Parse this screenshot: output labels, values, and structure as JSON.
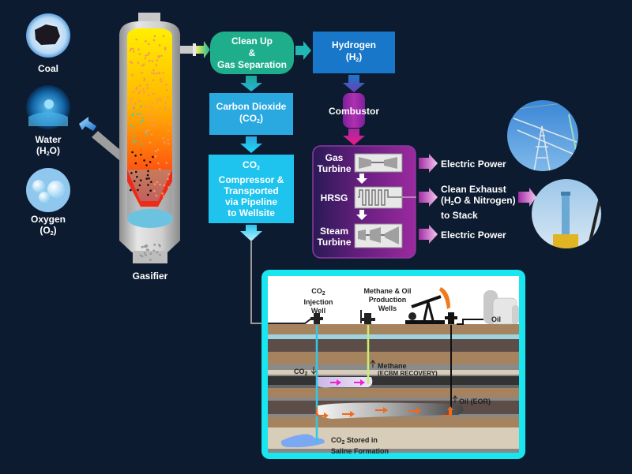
{
  "inputs": {
    "coal": "Coal",
    "water": "Water",
    "water_formula": [
      "(H",
      "2",
      "O)"
    ],
    "oxygen": "Oxygen",
    "oxygen_formula": [
      "(O",
      "2",
      ")"
    ]
  },
  "gasifier": {
    "label": "Gasifier"
  },
  "flow": {
    "clean_up": [
      "Clean Up",
      "&",
      "Gas Separation"
    ],
    "hydrogen": "Hydrogen",
    "hydrogen_formula": [
      "(H",
      "2",
      ")"
    ],
    "co2": "Carbon Dioxide",
    "co2_formula": [
      "(CO",
      "2",
      ")"
    ],
    "compressor_co": "CO",
    "compressor_sub": "2",
    "compressor_lines": [
      "Compressor &",
      "Transported",
      "via Pipeline",
      "to Wellsite"
    ],
    "combustor": "Combustor"
  },
  "power_block": {
    "gas_turbine": [
      "Gas",
      "Turbine"
    ],
    "hrsg": "HRSG",
    "steam_turbine": [
      "Steam",
      "Turbine"
    ]
  },
  "outputs": {
    "electric_power_1": "Electric Power",
    "clean_exhaust": [
      "Clean Exhaust",
      "(H",
      "2",
      "O & Nitrogen)",
      "to Stack"
    ],
    "electric_power_2": "Electric Power"
  },
  "subsurface": {
    "injection_well": [
      "CO",
      "2",
      "Injection",
      "Well"
    ],
    "production_wells": [
      "Methane & Oil",
      "Production",
      "Wells"
    ],
    "oil_tank": "Oil",
    "co2_down": [
      "CO",
      "2"
    ],
    "methane": "Methane",
    "ecbm": "(ECBM RECOVERY)",
    "oil_eor": "Oil (EOR)",
    "stored": [
      "CO",
      "2",
      " Stored in",
      "Saline Formation"
    ]
  },
  "colors": {
    "background": "#0d1b30",
    "clean_up": "#1fae8c",
    "hydrogen": "#1877c9",
    "co2_box": "#2aa8e0",
    "compressor_box": "#1ec3ee",
    "combustor": "#9b2aa8",
    "power_block": "#7a1f86",
    "frame": "#19e6ee"
  }
}
